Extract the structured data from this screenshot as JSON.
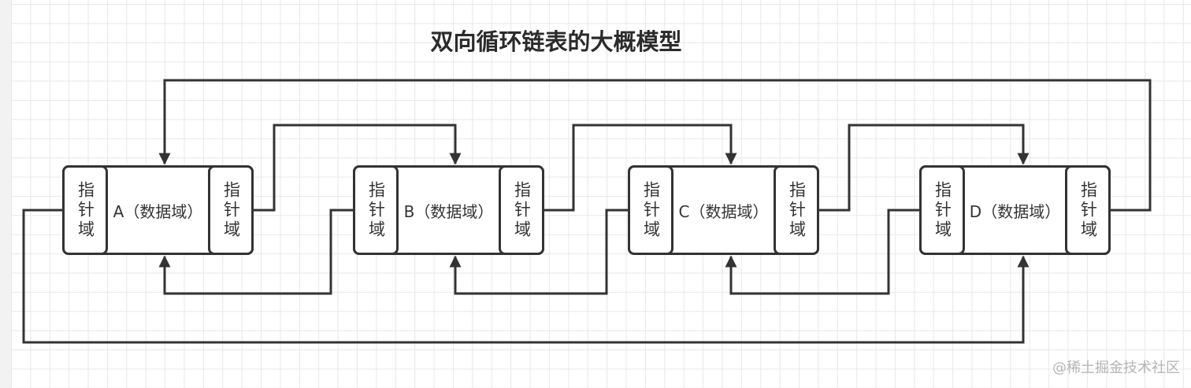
{
  "title": "双向循环链表的大概模型",
  "pointer_label": "指针域",
  "nodes": [
    {
      "id": "A",
      "data_label": "A（数据域）",
      "left_ptr": "指针域",
      "right_ptr": "指针域"
    },
    {
      "id": "B",
      "data_label": "B（数据域）",
      "left_ptr": "指针域",
      "right_ptr": "指针域"
    },
    {
      "id": "C",
      "data_label": "C（数据域）",
      "left_ptr": "指针域",
      "right_ptr": "指针域"
    },
    {
      "id": "D",
      "data_label": "D（数据域）",
      "left_ptr": "指针域",
      "right_ptr": "指针域"
    }
  ],
  "edges": [
    {
      "from": "A.right_ptr",
      "to": "B",
      "direction": "next"
    },
    {
      "from": "B.right_ptr",
      "to": "C",
      "direction": "next"
    },
    {
      "from": "C.right_ptr",
      "to": "D",
      "direction": "next"
    },
    {
      "from": "D.right_ptr",
      "to": "A",
      "direction": "next (circular)"
    },
    {
      "from": "B.left_ptr",
      "to": "A",
      "direction": "prev"
    },
    {
      "from": "C.left_ptr",
      "to": "B",
      "direction": "prev"
    },
    {
      "from": "D.left_ptr",
      "to": "C",
      "direction": "prev"
    },
    {
      "from": "A.left_ptr",
      "to": "D",
      "direction": "prev (circular)"
    }
  ],
  "colors": {
    "line": "#333333",
    "grid": "#e8e8e8",
    "watermark": "#b5b5b5"
  },
  "watermark": "@稀土掘金技术社区"
}
